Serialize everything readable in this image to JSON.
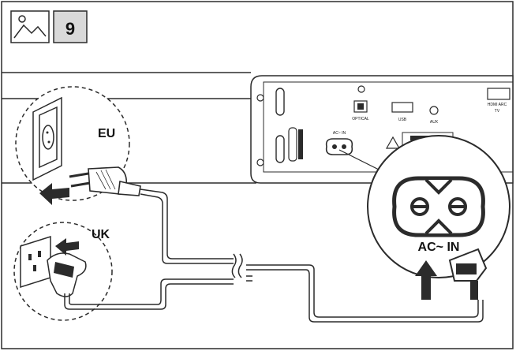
{
  "header": {
    "image_icon": "image-icon",
    "step_number": "9"
  },
  "labels": {
    "eu": "EU",
    "uk": "UK",
    "ac_in": "AC~ IN"
  },
  "panel_labels": {
    "optical": "OPTICAL",
    "ac_in_small": "AC~ IN",
    "usb": "USB",
    "aux": "AUX",
    "hdmi": "HDMI ARC",
    "tv": "TV"
  },
  "colors": {
    "line": "#2b2b2b",
    "background": "#ffffff",
    "badge_fill": "#d9d9d9"
  }
}
